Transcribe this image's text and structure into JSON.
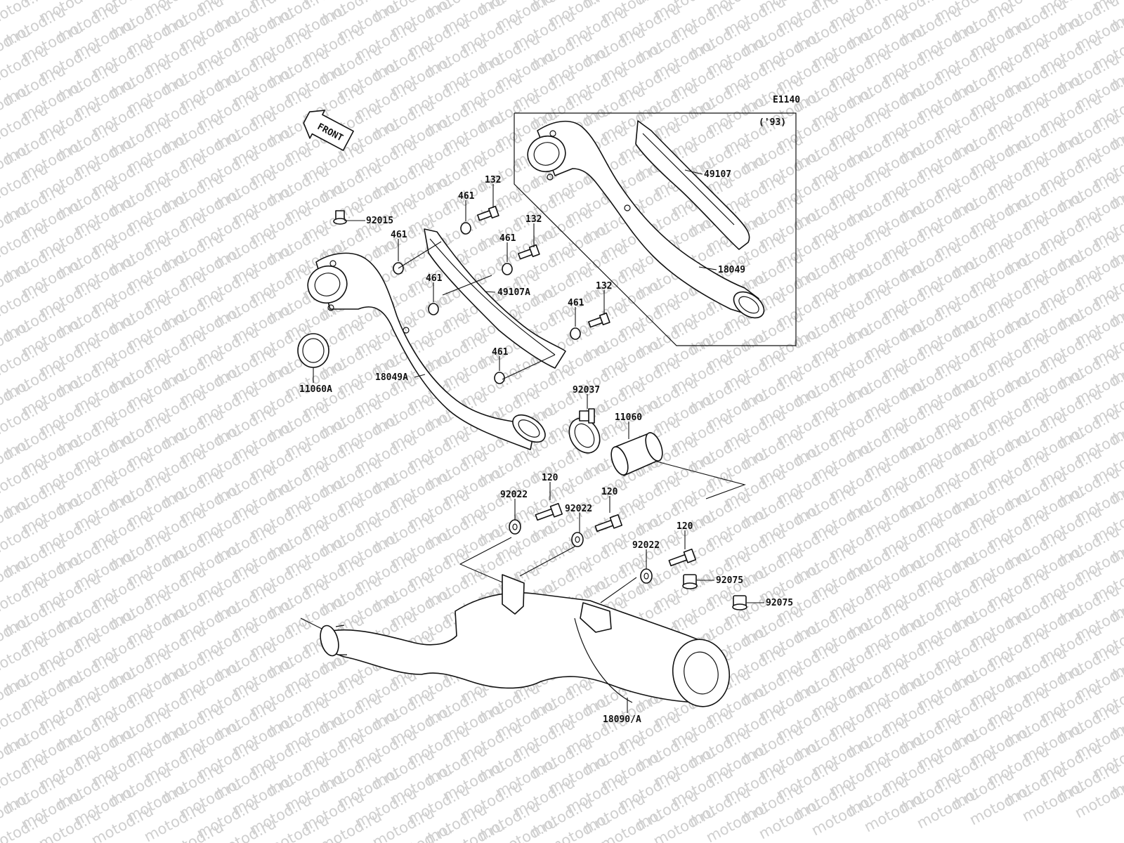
{
  "watermark_text": "motod.ru",
  "diagram_code": "E1140",
  "inset_label": "('93)",
  "front_arrow_text": "FRONT",
  "callouts": {
    "p92015": "92015",
    "p461_a": "461",
    "p461_b": "461",
    "p461_c": "461",
    "p461_d": "461",
    "p461_e": "461",
    "p461_f": "461",
    "p132_a": "132",
    "p132_b": "132",
    "p132_c": "132",
    "p49107A": "49107A",
    "p49107": "49107",
    "p18049": "18049",
    "p18049A": "18049A",
    "p11060A": "11060A",
    "p92037": "92037",
    "p11060": "11060",
    "p120_a": "120",
    "p120_b": "120",
    "p120_c": "120",
    "p92022_a": "92022",
    "p92022_b": "92022",
    "p92022_c": "92022",
    "p92075_a": "92075",
    "p92075_b": "92075",
    "p18090A": "18090/A"
  },
  "colors": {
    "line": "#111111",
    "watermark": "#cfcfcf",
    "background": "#ffffff"
  }
}
